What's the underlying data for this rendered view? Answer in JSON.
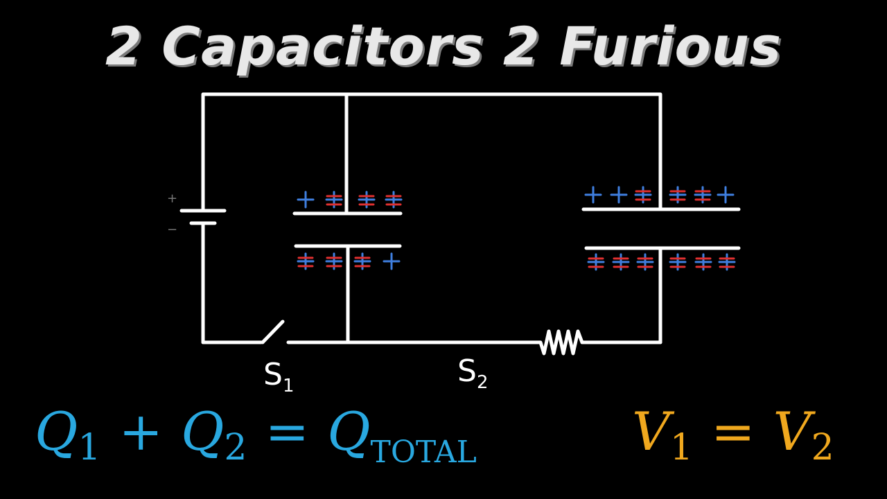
{
  "title": "2 Capacitors 2 Furious",
  "colors": {
    "background": "#000000",
    "wire": "#ffffff",
    "positive_charge": "#3f7fe0",
    "negative_charge": "#e03030",
    "charge_equation": "#29a8e0",
    "voltage_equation": "#f0a81e"
  },
  "battery": {
    "positive_mark": "+",
    "negative_mark": "−"
  },
  "switches": {
    "s1": {
      "letter": "S",
      "subscript": "1"
    },
    "s2": {
      "letter": "S",
      "subscript": "2"
    }
  },
  "charges": {
    "capacitor_1_top_plate": [
      "+",
      "±",
      "±",
      "±"
    ],
    "capacitor_1_bottom_plate": [
      "±",
      "±",
      "±",
      "+"
    ],
    "capacitor_2_top_plate": [
      "+",
      "+",
      "±",
      "±",
      "±",
      "+"
    ],
    "capacitor_2_bottom_plate": [
      "±",
      "±",
      "±",
      "±",
      "±",
      "±"
    ]
  },
  "equation_charge": {
    "q1": "Q",
    "q1_sub": "1",
    "plus": "+",
    "q2": "Q",
    "q2_sub": "2",
    "equals": "=",
    "qt": "Q",
    "qt_sub": "TOTAL"
  },
  "equation_voltage": {
    "v1": "V",
    "v1_sub": "1",
    "equals": "=",
    "v2": "V",
    "v2_sub": "2"
  }
}
